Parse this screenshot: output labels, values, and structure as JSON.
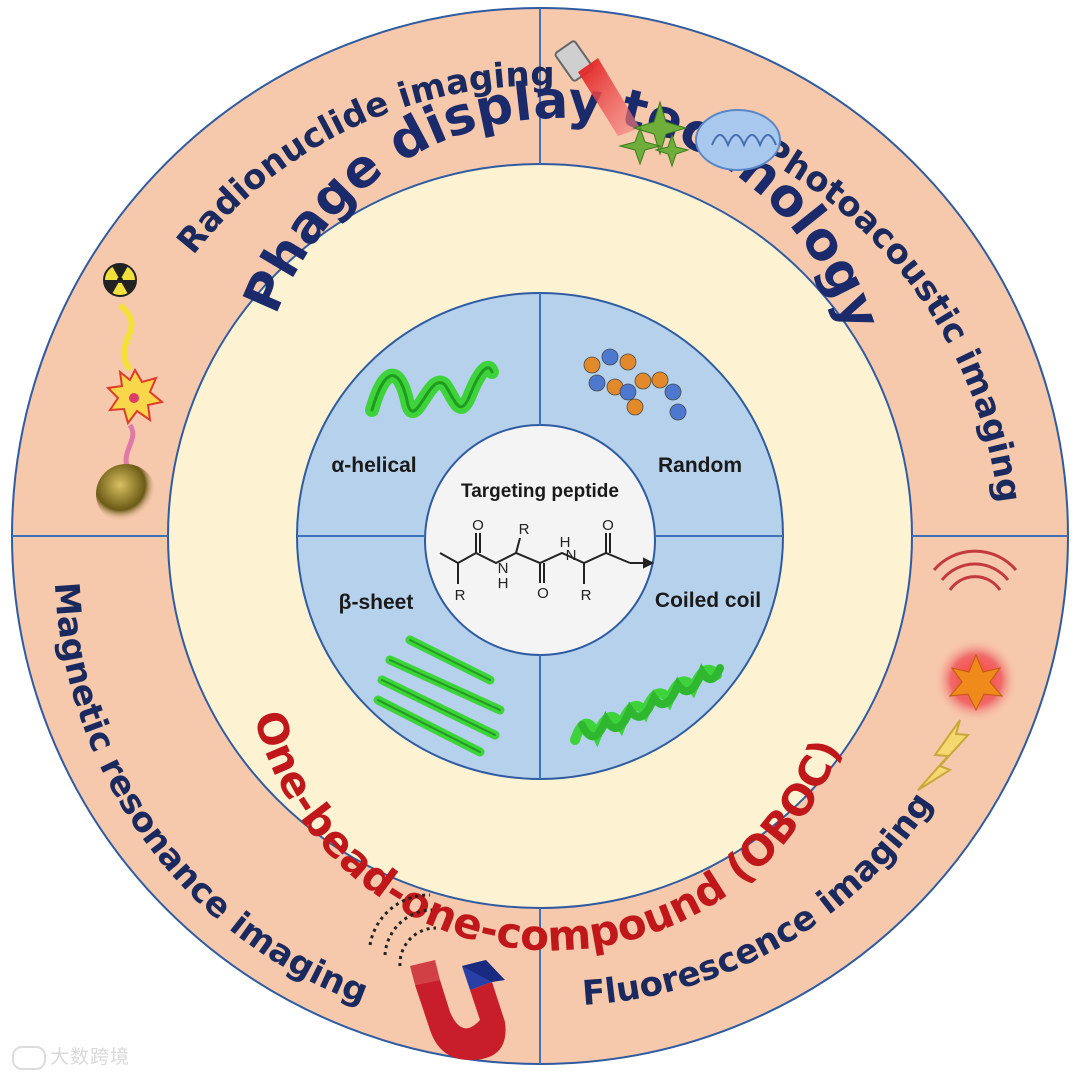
{
  "outer_ring": {
    "top_left": "Radionuclide imaging",
    "top_right": "Photoacoustic imaging",
    "bottom_left": "Magnetic resonance imaging",
    "bottom_right": "Fluorescence imaging"
  },
  "middle_ring": {
    "top": "Phage display technology",
    "bottom": "One-bead-one-compound (OBOC)"
  },
  "inner_ring": {
    "top_left": "α-helical",
    "top_right": "Random",
    "bottom_left": "β-sheet",
    "bottom_right": "Coiled coil"
  },
  "center": {
    "title": "Targeting peptide",
    "structure_labels": {
      "oxygen": "O",
      "nitrogen_h": "H",
      "nitrogen": "N",
      "substituent": "R"
    }
  },
  "watermark": "大数跨境",
  "colors": {
    "outer_ring": "#f6c8ac",
    "middle_ring": "#fdf2d2",
    "inner_ring": "#b5d1ec",
    "center": "#f4f4f4",
    "divider": "#3f72b8",
    "outer_text": "#1b2a5e",
    "phage_text": "#1b2a6b",
    "oboc_text": "#c0181a",
    "molecule_green": "#3ed33a"
  }
}
